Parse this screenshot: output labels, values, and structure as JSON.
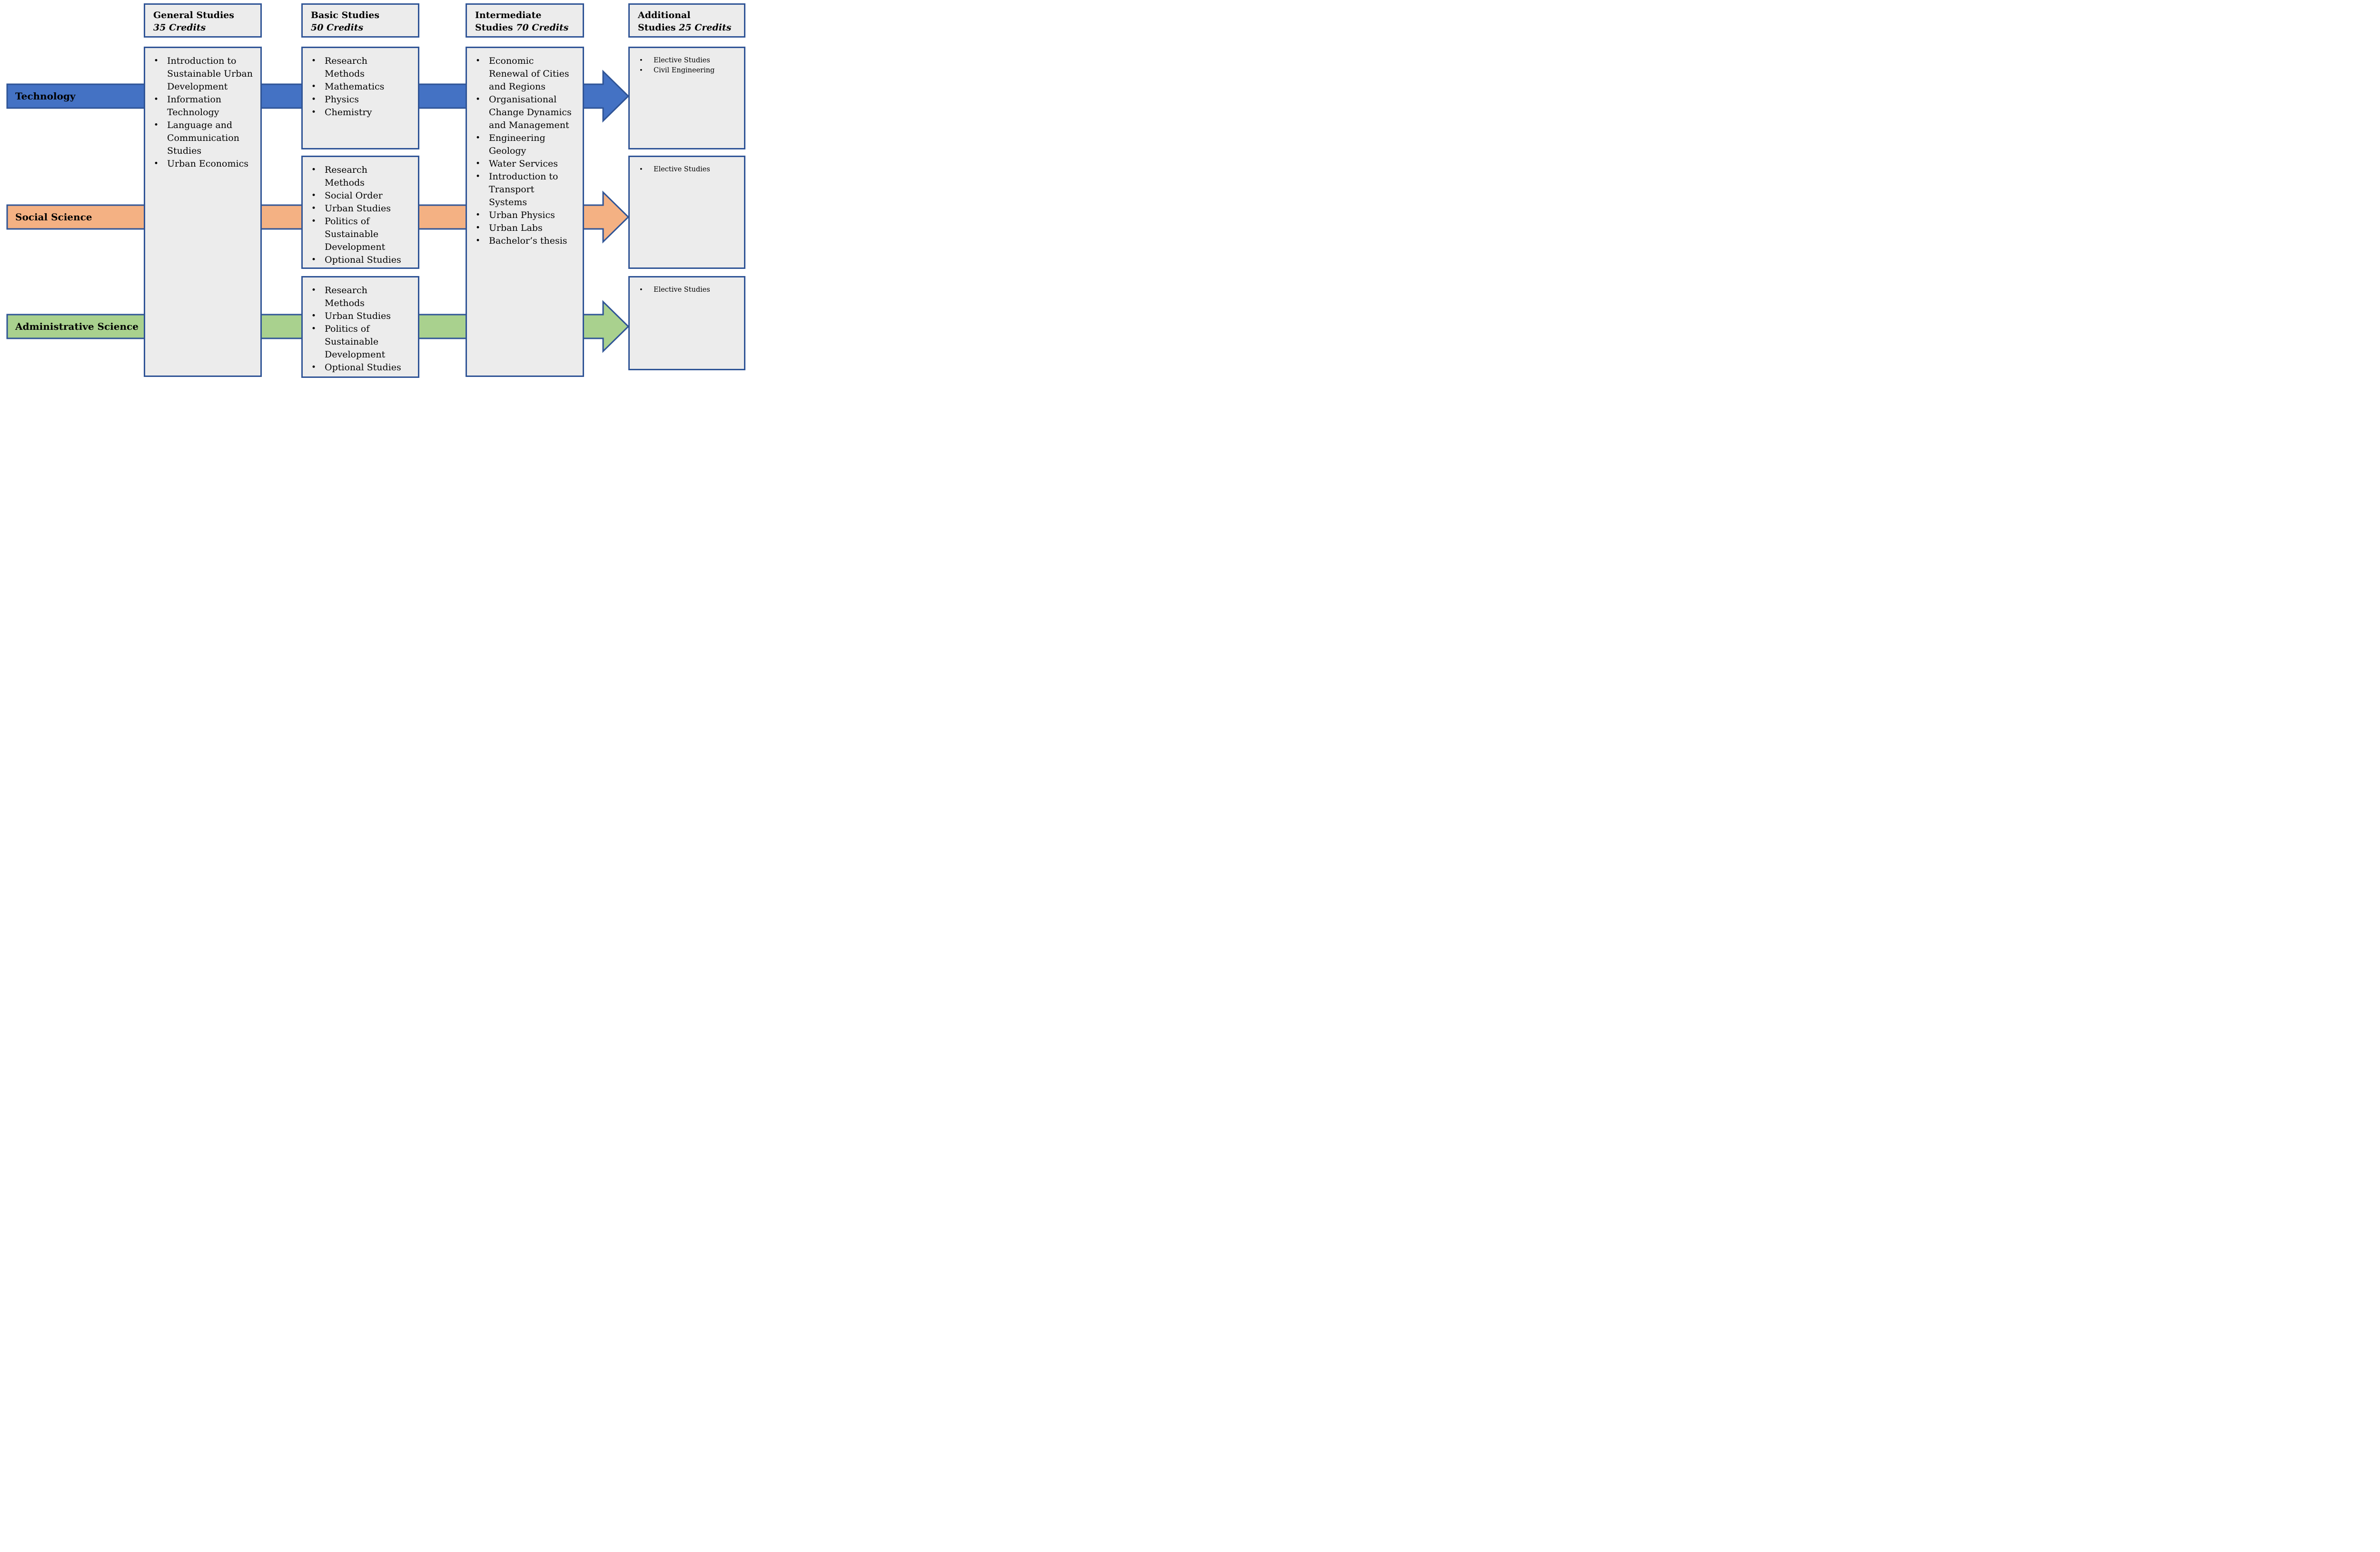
{
  "diagram": {
    "colors": {
      "border": "#2F5496",
      "box_fill": "#ECECEC",
      "background": "#FFFFFF",
      "text": "#000000"
    },
    "rows": [
      {
        "label": "Technology",
        "fill": "#4472C4"
      },
      {
        "label": "Social Science",
        "fill": "#F4B183"
      },
      {
        "label": "Administrative Science",
        "fill": "#A9D18E"
      }
    ],
    "columns": [
      {
        "header": {
          "line1": "General Studies",
          "line2_prefix": "",
          "credits": "35 Credits"
        },
        "boxes": [
          {
            "items": [
              "Introduction to\nSustainable Urban\nDevelopment",
              "Information\nTechnology",
              "Language and\nCommunication\nStudies",
              "Urban Economics"
            ]
          }
        ]
      },
      {
        "header": {
          "line1": "Basic Studies",
          "line2_prefix": "",
          "credits": "50 Credits"
        },
        "boxes": [
          {
            "items": [
              "Research\nMethods",
              "Mathematics",
              "Physics",
              "Chemistry"
            ]
          },
          {
            "items": [
              "Research\nMethods",
              "Social Order",
              "Urban Studies",
              "Politics of\nSustainable\nDevelopment",
              "Optional Studies"
            ]
          },
          {
            "items": [
              "Research\nMethods",
              "Urban Studies",
              "Politics of\nSustainable\nDevelopment",
              "Optional Studies"
            ]
          }
        ]
      },
      {
        "header": {
          "line1": "Intermediate",
          "line2_prefix": "Studies ",
          "credits": "70 Credits"
        },
        "boxes": [
          {
            "items": [
              "Economic\nRenewal of Cities\nand Regions",
              "Organisational\nChange Dynamics\nand Management",
              "Engineering\nGeology",
              "Water Services",
              "Introduction to\nTransport\nSystems",
              "Urban Physics",
              "Urban Labs",
              "Bachelor’s thesis"
            ]
          }
        ]
      },
      {
        "header": {
          "line1": "Additional",
          "line2_prefix": "Studies ",
          "credits": "25 Credits"
        },
        "boxes": [
          {
            "items": [
              "Elective Studies",
              "Civil Engineering"
            ]
          },
          {
            "items": [
              "Elective Studies"
            ]
          },
          {
            "items": [
              "Elective Studies"
            ]
          }
        ]
      }
    ]
  }
}
